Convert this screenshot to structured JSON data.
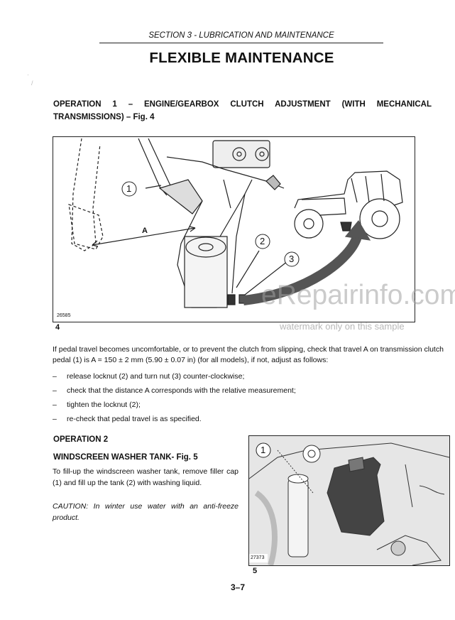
{
  "header": {
    "section": "SECTION 3 - LUBRICATION AND MAINTENANCE",
    "title": "FLEXIBLE MAINTENANCE"
  },
  "operation1": {
    "heading": "OPERATION 1 – ENGINE/GEARBOX CLUTCH ADJUSTMENT (WITH MECHANICAL TRANSMISSIONS) – Fig. 4"
  },
  "figure4": {
    "number": "4",
    "code": "26585",
    "callouts": [
      "1",
      "2",
      "3"
    ],
    "dimension_label": "A"
  },
  "text": {
    "paragraph1": "If pedal travel becomes uncomfortable, or to prevent the clutch from slipping, check that travel A on transmission clutch pedal (1) is A = 150 ± 2 mm (5.90 ± 0.07 in) (for all models), if not, adjust as follows:",
    "list": [
      "release locknut (2) and turn nut (3) counter-clockwise;",
      "check that the distance A corresponds with the relative measurement;",
      "tighten the locknut (2);",
      "re-check that pedal travel is as specified."
    ],
    "list_dash": "–"
  },
  "operation2": {
    "heading": "OPERATION 2",
    "subheading": "WINDSCREEN WASHER TANK- Fig. 5",
    "paragraph": "To fill-up the windscreen washer tank, remove filler cap (1) and fill up the tank (2) with washing liquid.",
    "caution": "CAUTION: In winter use water with an anti-freeze product."
  },
  "figure5": {
    "number": "5",
    "code": "27373",
    "callouts": [
      "1"
    ]
  },
  "footer": {
    "page_number": "3–7"
  },
  "watermark": {
    "main": "eRepairinfo.com",
    "sub": "watermark only on this sample"
  }
}
